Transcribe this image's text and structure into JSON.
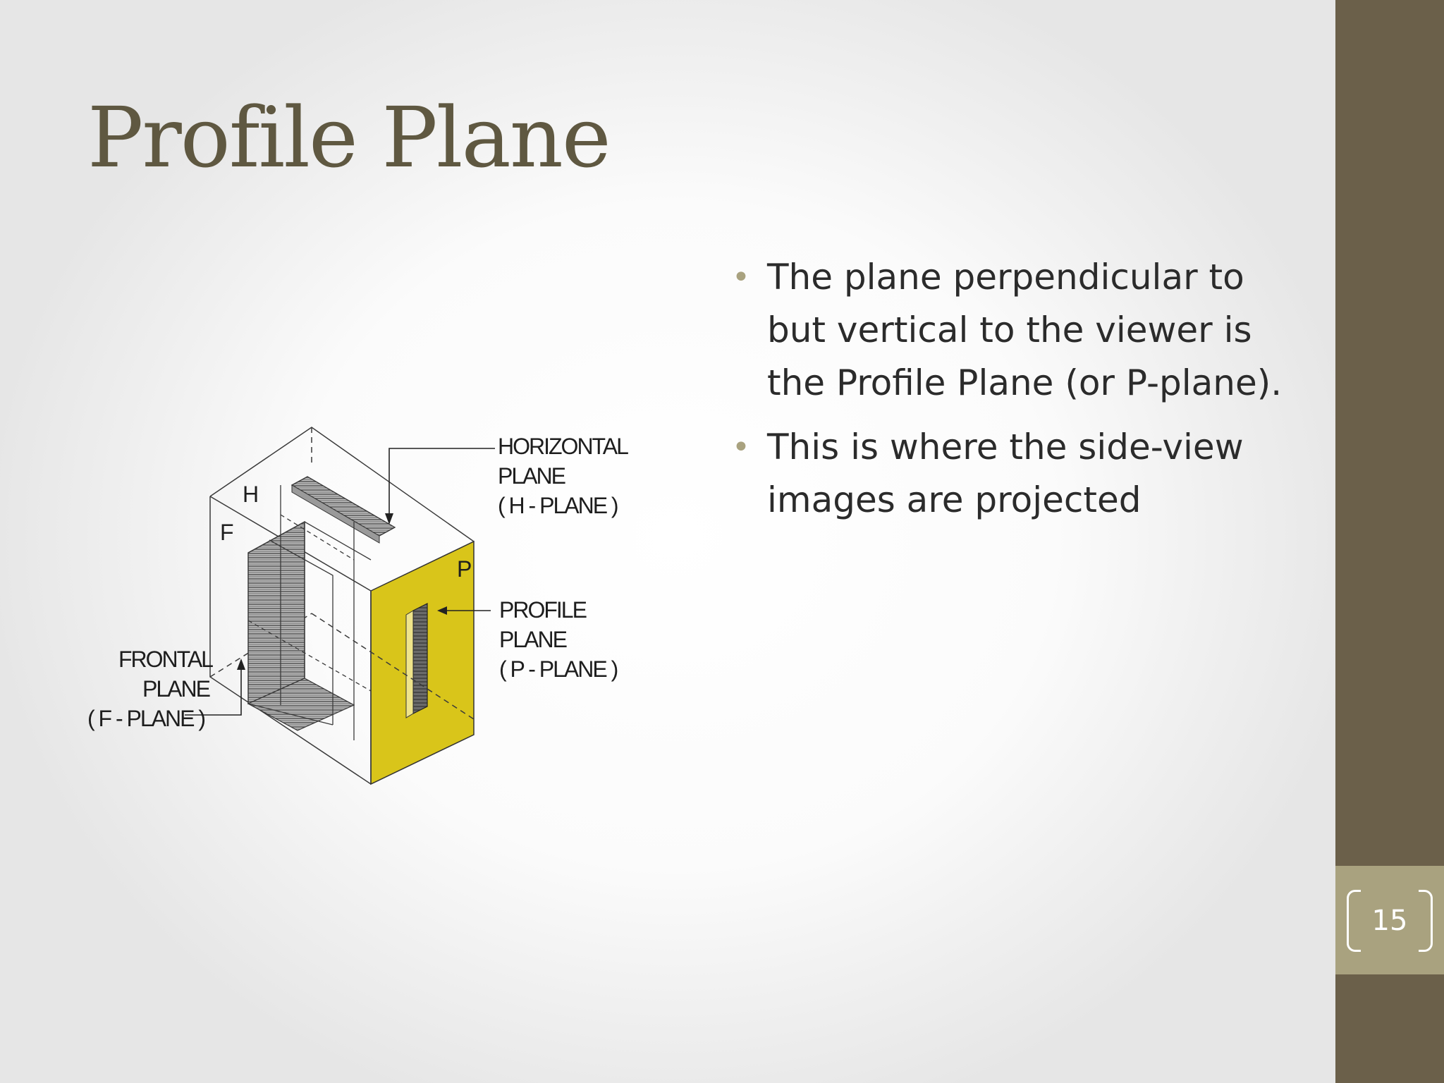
{
  "slide": {
    "title": "Profile Plane",
    "bullets": [
      "The plane perpendicular to but vertical to the viewer is the Profile Plane (or P-plane).",
      "This is where the side-view images are projected"
    ],
    "page_number": "15"
  },
  "figure": {
    "labels": {
      "h_mark": "H",
      "f_mark": "F",
      "p_mark": "P",
      "horizontal_plane": [
        "HORIZONTAL",
        "PLANE",
        "( H - PLANE )"
      ],
      "profile_plane": [
        "PROFILE",
        "PLANE",
        "( P - PLANE )"
      ],
      "frontal_plane": [
        "FRONTAL",
        "PLANE",
        "( F - PLANE )"
      ]
    },
    "colors": {
      "profile_plane_fill": "#d9c51a",
      "hatch_fill": "#8a8a8a",
      "line": "#3a3a3a"
    }
  },
  "theme": {
    "sidebar": "#6b604a",
    "page_box": "#a9a27f",
    "title_color": "#5f5841"
  }
}
